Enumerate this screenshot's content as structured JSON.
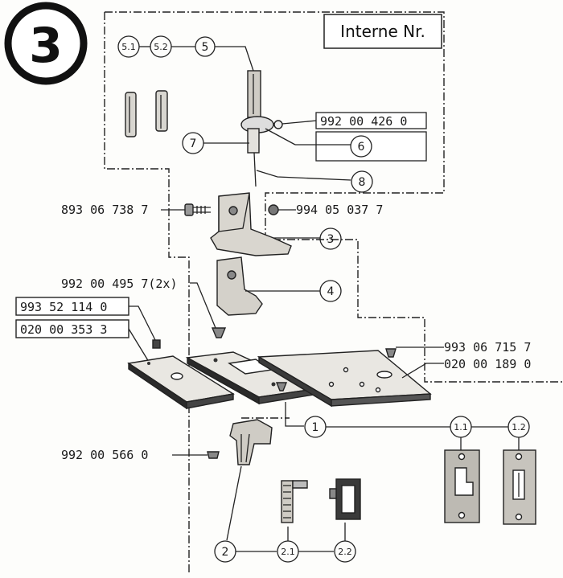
{
  "section_number": "3",
  "header_box": "Interne Nr.",
  "callouts": {
    "c5_1": "5.1",
    "c5_2": "5.2",
    "c5": "5",
    "c6": "6",
    "c7": "7",
    "c8": "8",
    "c3": "3",
    "c4": "4",
    "c1": "1",
    "c1_1": "1.1",
    "c1_2": "1.2",
    "c2": "2",
    "c2_1": "2.1",
    "c2_2": "2.2"
  },
  "part_numbers": {
    "p_992_00_426_0": "992 00 426 0",
    "p_893_06_738_7": "893 06 738 7",
    "p_994_05_037_7": "994 05 037 7",
    "p_992_00_495_7": "992 00 495 7(2x)",
    "p_993_52_114_0": "993 52 114 0",
    "p_020_00_353_3": "020 00 353 3",
    "p_993_06_715_7": "993 06 715 7",
    "p_020_00_189_0": "020 00 189 0",
    "p_992_00_566_0": "992 00 566 0"
  },
  "colors": {
    "ink": "#1a1a1a",
    "plate_dark": "#2a2a2a",
    "plate_light": "#e9e7e2",
    "metal": "#bdbab3"
  }
}
